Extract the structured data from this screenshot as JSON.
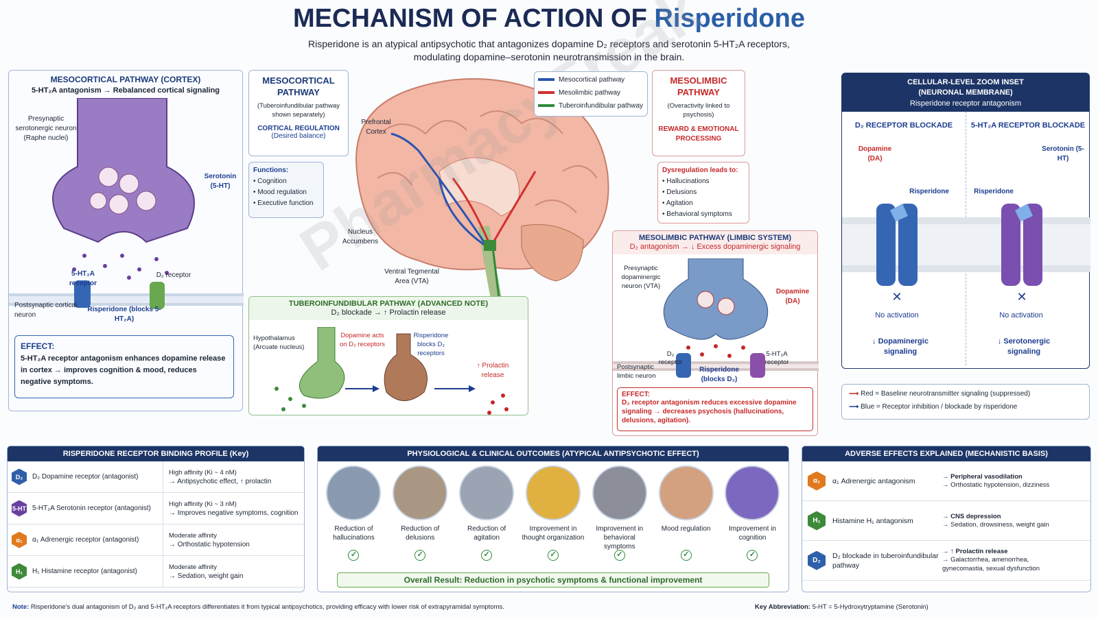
{
  "title": {
    "main": "MECHANISM OF ACTION OF",
    "accent": "Risperidone",
    "sub1": "Risperidone is an atypical antipsychotic that antagonizes dopamine D₂ receptors and serotonin 5-HT₂A receptors,",
    "sub2": "modulating dopamine–serotonin neurotransmission in the brain."
  },
  "mesocortical": {
    "title": "MESOCORTICAL PATHWAY (CORTEX)",
    "sub": "5-HT₂A antagonism → Rebalanced cortical signaling",
    "presyn": "Presynaptic serotonergic neuron (Raphe nuclei)",
    "serotonin": "Serotonin (5-HT)",
    "r5ht": "5-HT₂A receptor",
    "d2": "D₂ receptor",
    "post": "Postsynaptic cortical neuron",
    "risp": "Risperidone (blocks 5-HT₂A)",
    "effect_title": "EFFECT:",
    "effect": "5-HT₂A receptor antagonism enhances dopamine release in cortex → improves cognition & mood, reduces negative symptoms."
  },
  "mc_box": {
    "title": "MESOCORTICAL PATHWAY",
    "note": "(Tuberoinfundibular pathway shown separately)",
    "cr": "CORTICAL REGULATION",
    "cr_sub": "(Desired balance)"
  },
  "functions": {
    "title": "Functions:",
    "items": [
      "Cognition",
      "Mood regulation",
      "Executive function"
    ]
  },
  "brain": {
    "pfc": "Prefrontal Cortex",
    "nacc": "Nucleus Accumbens",
    "vta": "Ventral Tegmental Area (VTA)",
    "legend": [
      "Mesocortical pathway",
      "Mesolimbic pathway",
      "Tuberoinfundibular pathway"
    ],
    "watermark": "PharmacyFreak"
  },
  "ml_box": {
    "title": "MESOLIMBIC PATHWAY",
    "note": "(Overactivity linked to psychosis)",
    "rw": "REWARD & EMOTIONAL PROCESSING"
  },
  "dys": {
    "title": "Dysregulation leads to:",
    "items": [
      "Hallucinations",
      "Delusions",
      "Agitation",
      "Behavioral symptoms"
    ]
  },
  "tubero": {
    "title": "TUBEROINFUNDIBULAR PATHWAY (ADVANCED NOTE)",
    "sub": "D₂ blockade → ↑ Prolactin release",
    "hypo": "Hypothalamus (Arcuate nucleus)",
    "da_acts": "Dopamine acts on D₂ receptors",
    "risp_blocks": "Risperidone blocks D₂ receptors",
    "prolactin": "↑ Prolactin release"
  },
  "mesolimbic": {
    "title": "MESOLIMBIC PATHWAY (LIMBIC SYSTEM)",
    "sub": "D₂ antagonism → ↓ Excess dopaminergic signaling",
    "presyn": "Presynaptic dopaminergic neuron (VTA)",
    "dopamine": "Dopamine (DA)",
    "d2": "D₂ receptor",
    "r5ht": "5-HT₂A receptor",
    "post": "Postsynaptic limbic neuron",
    "risp": "Risperidone (blocks D₂)",
    "effect_title": "EFFECT:",
    "effect": "D₂ receptor antagonism reduces excessive dopamine signaling → decreases psychosis (hallucinations, delusions, agitation)."
  },
  "cellular": {
    "title": "CELLULAR-LEVEL ZOOM INSET (NEURONAL MEMBRANE)",
    "sub": "Risperidone receptor antagonism",
    "left": {
      "head": "D₂ RECEPTOR BLOCKADE",
      "nt": "Dopamine (DA)",
      "risp": "Risperidone",
      "none": "No activation",
      "result": "↓ Dopaminergic signaling"
    },
    "right": {
      "head": "5-HT₂A RECEPTOR BLOCKADE",
      "nt": "Serotonin (5-HT)",
      "risp": "Risperidone",
      "none": "No activation",
      "result": "↓ Serotonergic signaling"
    }
  },
  "key": {
    "red": "Red = Baseline neurotransmitter signaling (suppressed)",
    "blue": "Blue = Receptor inhibition / blockade by risperidone"
  },
  "binding": {
    "title": "RISPERIDONE RECEPTOR BINDING PROFILE (Key)",
    "rows": [
      {
        "icon": "D₂",
        "name": "D₂ Dopamine receptor (antagonist)",
        "a1": "High affinity (Ki ~ 4 nM)",
        "a2": "→ Antipsychotic effect, ↑ prolactin",
        "color": "#2f5fa8"
      },
      {
        "icon": "5-HT",
        "name": "5-HT₂A Serotonin receptor (antagonist)",
        "a1": "High affinity (Ki ~ 3 nM)",
        "a2": "→ Improves negative symptoms, cognition",
        "color": "#6a3fa0"
      },
      {
        "icon": "α₁",
        "name": "α₁ Adrenergic receptor (antagonist)",
        "a1": "Moderate affinity",
        "a2": "→ Orthostatic hypotension",
        "color": "#e07a1f"
      },
      {
        "icon": "H₁",
        "name": "H₁ Histamine receptor (antagonist)",
        "a1": "Moderate affinity",
        "a2": "→ Sedation, weight gain",
        "color": "#3e8a3a"
      }
    ]
  },
  "outcomes": {
    "title": "PHYSIOLOGICAL & CLINICAL OUTCOMES (ATYPICAL ANTIPSYCHOTIC EFFECT)",
    "items": [
      "Reduction of hallucinations",
      "Reduction of delusions",
      "Reduction of agitation",
      "Improvement in thought organization",
      "Improvement in behavioral symptoms",
      "Mood regulation",
      "Improvement in cognition"
    ],
    "overall": "Overall Result: Reduction in psychotic symptoms & functional improvement"
  },
  "adverse": {
    "title": "ADVERSE EFFECTS EXPLAINED (MECHANISTIC BASIS)",
    "rows": [
      {
        "icon": "α₁",
        "name": "α₁ Adrenergic antagonism",
        "e1": "→ Peripheral vasodilation",
        "e2": "→ Orthostatic hypotension, dizziness",
        "color": "#e07a1f"
      },
      {
        "icon": "H₁",
        "name": "Histamine H₁ antagonism",
        "e1": "→ CNS depression",
        "e2": "→ Sedation, drowsiness, weight gain",
        "color": "#3e8a3a"
      },
      {
        "icon": "D₂",
        "name": "D₂ blockade in tuberoinfundibular pathway",
        "e1": "→ ↑ Prolactin release",
        "e2": "→ Galactorrhea, amenorrhea, gynecomastia, sexual dysfunction",
        "color": "#2f5fa8"
      }
    ]
  },
  "footer": {
    "note_label": "Note:",
    "note": "Risperidone's dual antagonism of D₂ and 5-HT₂A receptors differentiates it from typical antipsychotics, providing efficacy with lower risk of extrapyramidal symptoms.",
    "abbr_label": "Key Abbreviation:",
    "abbr": "5-HT = 5-Hydroxytryptamine (Serotonin)"
  }
}
